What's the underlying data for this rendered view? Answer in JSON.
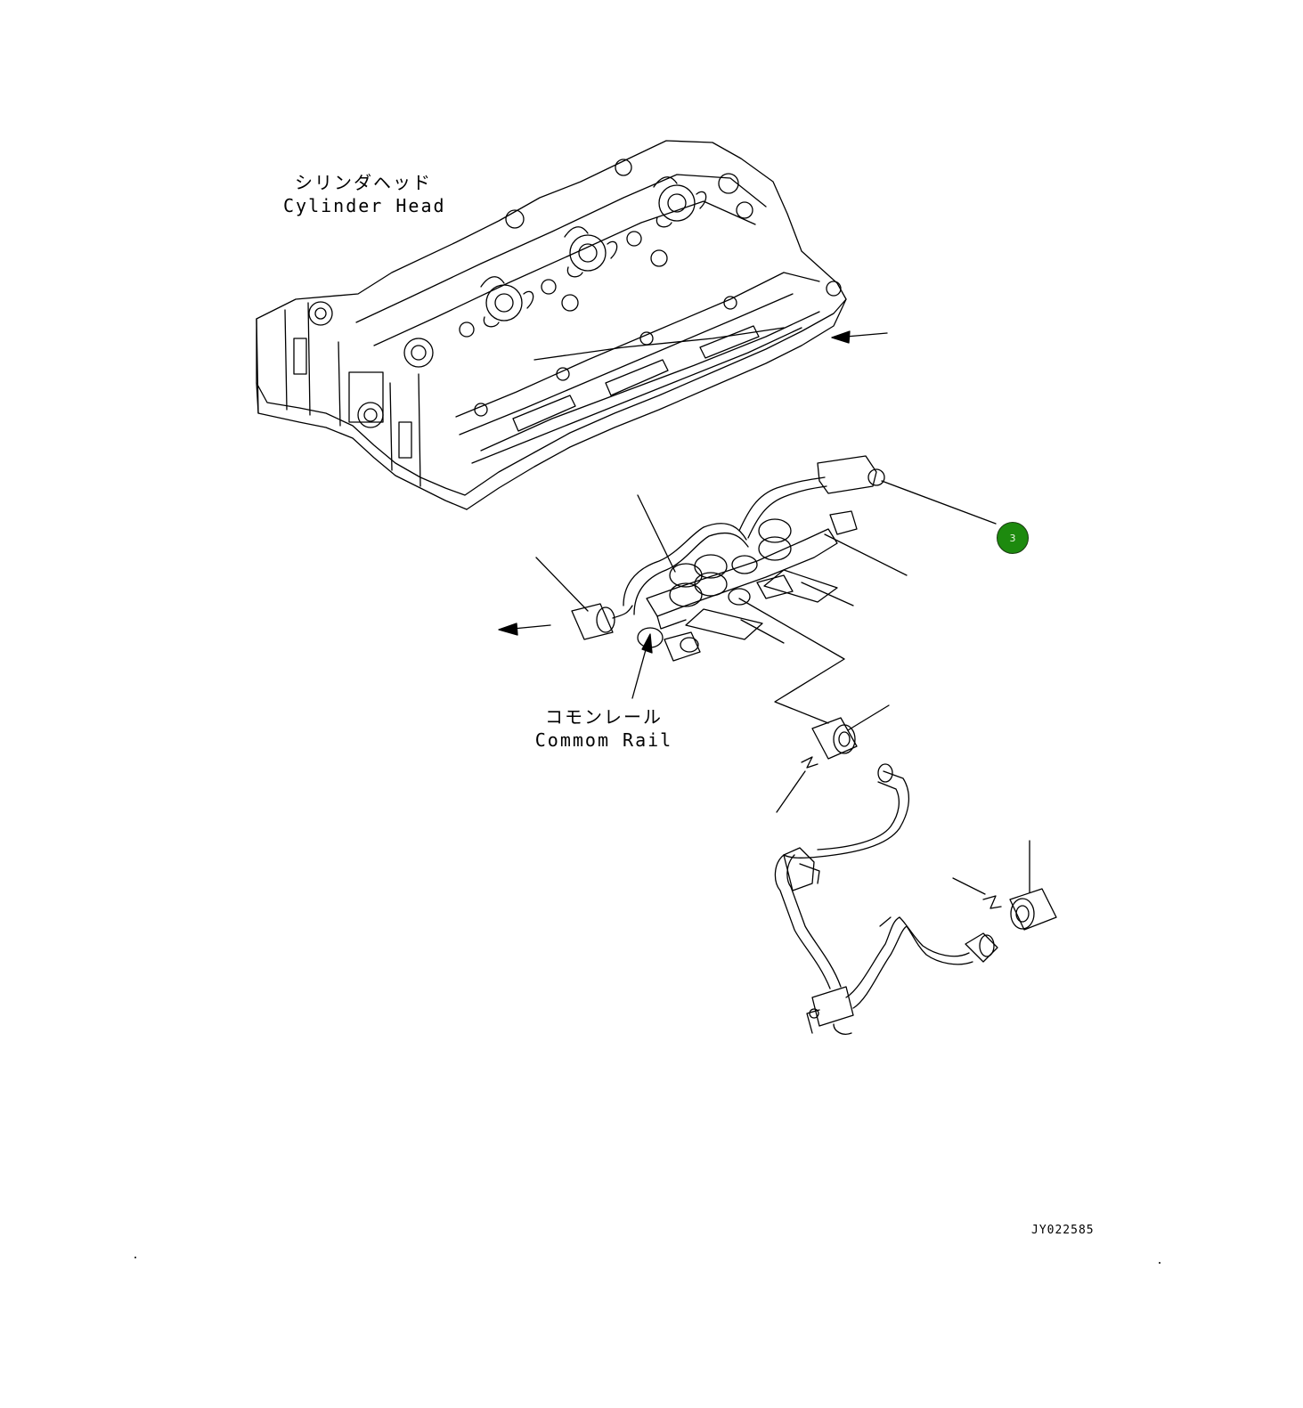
{
  "labels": {
    "cylinder_head_jp": "シリンダヘッド",
    "cylinder_head_en": "Cylinder Head",
    "common_rail_jp": "コモンレール",
    "common_rail_en": "Commom Rail"
  },
  "callout": {
    "number": "3",
    "color": "#1d8a0e"
  },
  "drawing_id": "JY022585"
}
